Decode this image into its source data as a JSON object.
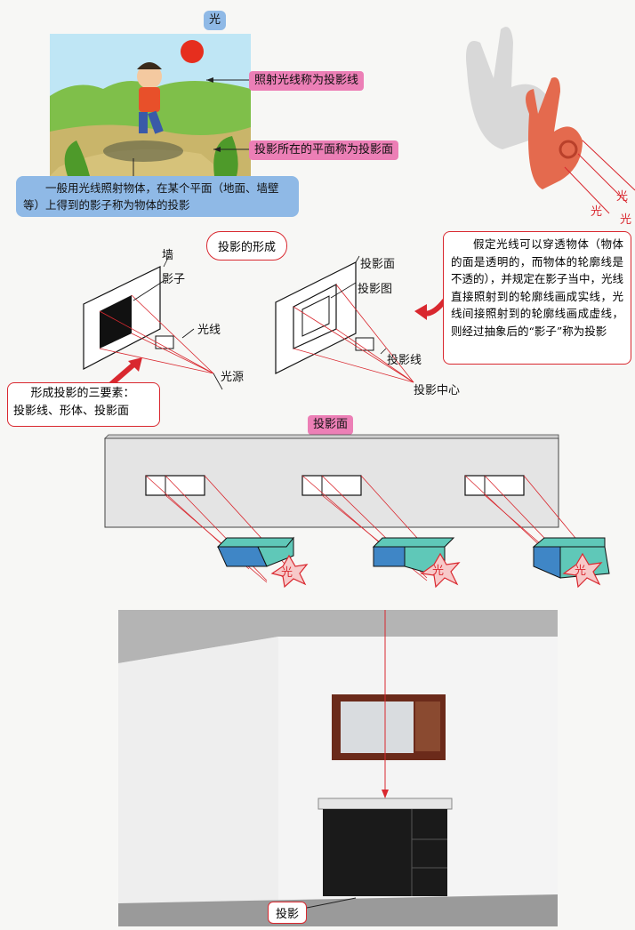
{
  "top_section": {
    "light_tag": "光",
    "projection_line_tag": "照射光线称为投影线",
    "projection_plane_tag": "投影所在的平面称为投影面",
    "projection_definition": "一般用光线照射物体，在某个平面（地面、墙壁等）上得到的影子称为物体的投影",
    "hand_light_labels": [
      "光",
      "光",
      "光"
    ]
  },
  "middle_section": {
    "bubble": "投影的形成",
    "left_labels": {
      "wall": "墙",
      "shadow": "影子",
      "ray": "光线",
      "source": "光源"
    },
    "right_labels": {
      "plane": "投影面",
      "drawing": "投影图",
      "line": "投影线",
      "center": "投影中心"
    },
    "three_elements_line1": "形成投影的三要素：",
    "three_elements_line2": "投影线、形体、投影面",
    "assumption_text": "假定光线可以穿透物体（物体的面是透明的，而物体的轮廓线是不透的），并规定在影子当中，光线直接照射到的轮廓线画成实线，光线间接照射到的轮廓线画成虚线，则经过抽象后的“影子”称为投影"
  },
  "lower_section": {
    "plane_tag": "投影面",
    "star_labels": [
      "光",
      "光",
      "光"
    ]
  },
  "photo_section": {
    "projection_tag": "投影"
  },
  "colors": {
    "pink": "#ec7fb6",
    "blue": "#8fb9e6",
    "red": "#d9282f",
    "block_blue": "#3f86c6",
    "block_teal": "#5fc8b8"
  }
}
